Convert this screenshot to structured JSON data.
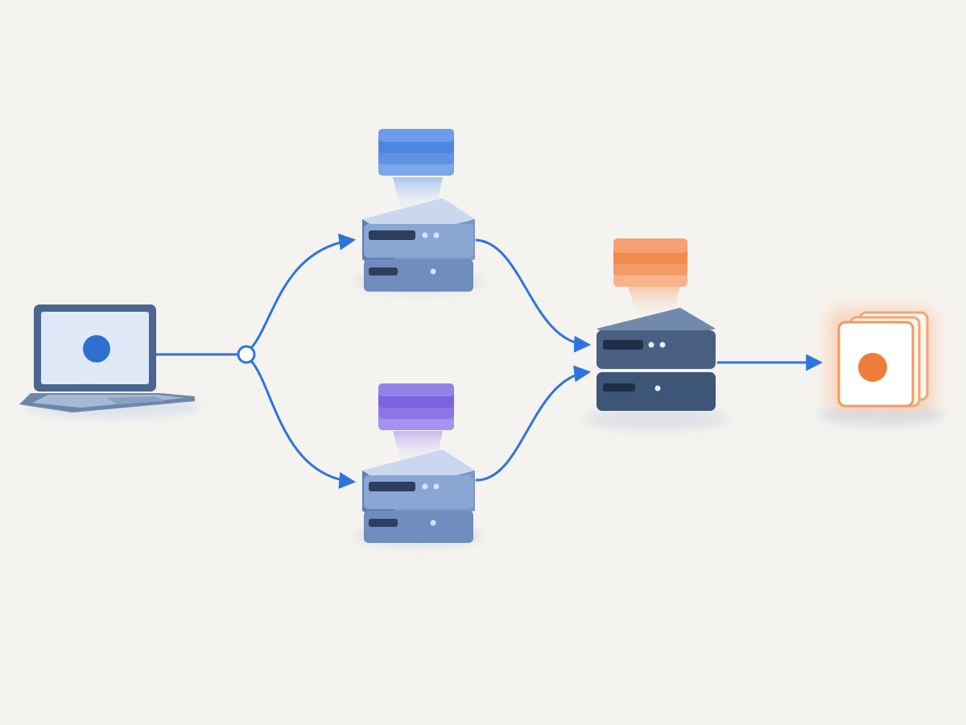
{
  "diagram": {
    "nodes": [
      {
        "id": "client",
        "kind": "laptop",
        "icon": "laptop-icon"
      },
      {
        "id": "split",
        "kind": "junction",
        "icon": "junction-node-icon"
      },
      {
        "id": "server-top",
        "kind": "server",
        "icon": "server-icon",
        "stack": "database-stack-icon",
        "stack_color": "#4d86e0"
      },
      {
        "id": "server-bottom",
        "kind": "server",
        "icon": "server-icon",
        "stack": "database-stack-icon",
        "stack_color": "#7a63dd"
      },
      {
        "id": "server-merge",
        "kind": "server",
        "icon": "server-icon",
        "stack": "database-stack-icon",
        "stack_color": "#f28a4c"
      },
      {
        "id": "output",
        "kind": "result-cards",
        "icon": "result-cards-icon"
      }
    ],
    "edges": [
      {
        "from": "client",
        "to": "split"
      },
      {
        "from": "split",
        "to": "server-top"
      },
      {
        "from": "split",
        "to": "server-bottom"
      },
      {
        "from": "server-top",
        "to": "server-merge"
      },
      {
        "from": "server-bottom",
        "to": "server-merge"
      },
      {
        "from": "server-merge",
        "to": "output"
      }
    ],
    "colors": {
      "connector": "#2d74de",
      "server_dark": "#3d5577",
      "server_light": "#6b8cbc",
      "output_accent": "#ef7d3a",
      "background": "#f5f3ef"
    }
  }
}
